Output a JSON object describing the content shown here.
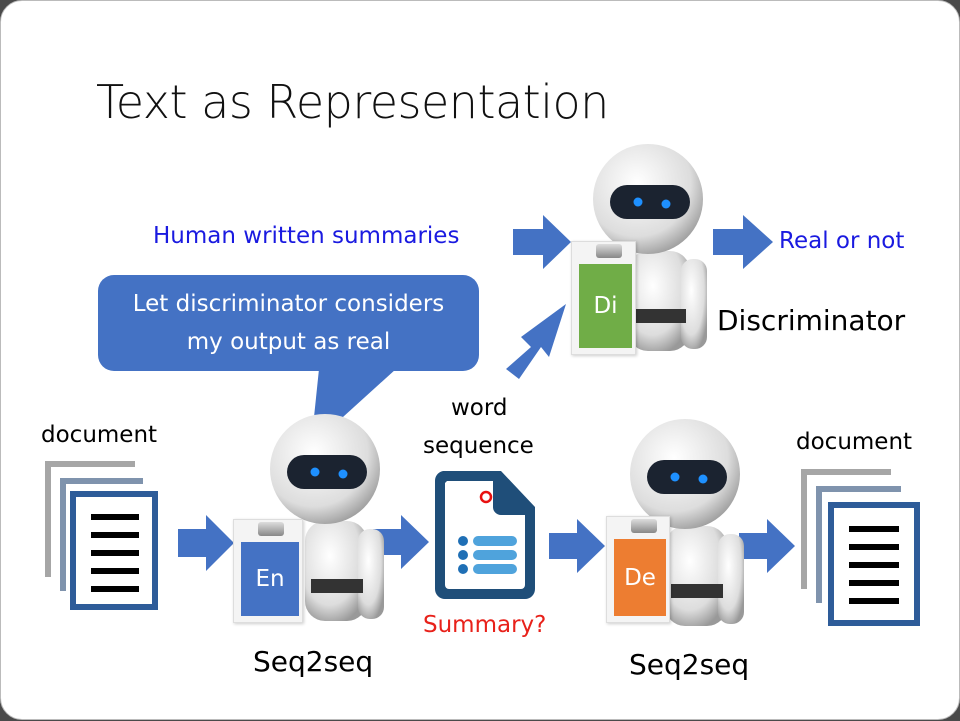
{
  "title": "Text as Representation",
  "labels": {
    "human_summaries": "Human written summaries",
    "real_or_not": "Real or not",
    "discriminator": "Discriminator",
    "bubble_line1": "Let discriminator considers",
    "bubble_line2": "my output as real",
    "document_left": "document",
    "document_right": "document",
    "word": "word",
    "sequence": "sequence",
    "summary_q": "Summary?",
    "seq2seq_left": "Seq2seq",
    "seq2seq_right": "Seq2seq"
  },
  "cards": {
    "encoder": {
      "label": "En",
      "color": "#4472c4"
    },
    "decoder": {
      "label": "De",
      "color": "#ed7d31"
    },
    "discriminator": {
      "label": "Di",
      "color": "#70ad47"
    }
  },
  "colors": {
    "arrow": "#4472c4",
    "text_blue": "#1a1ae0",
    "text_red": "#e8211a",
    "doc_border": "#2e5c99"
  }
}
